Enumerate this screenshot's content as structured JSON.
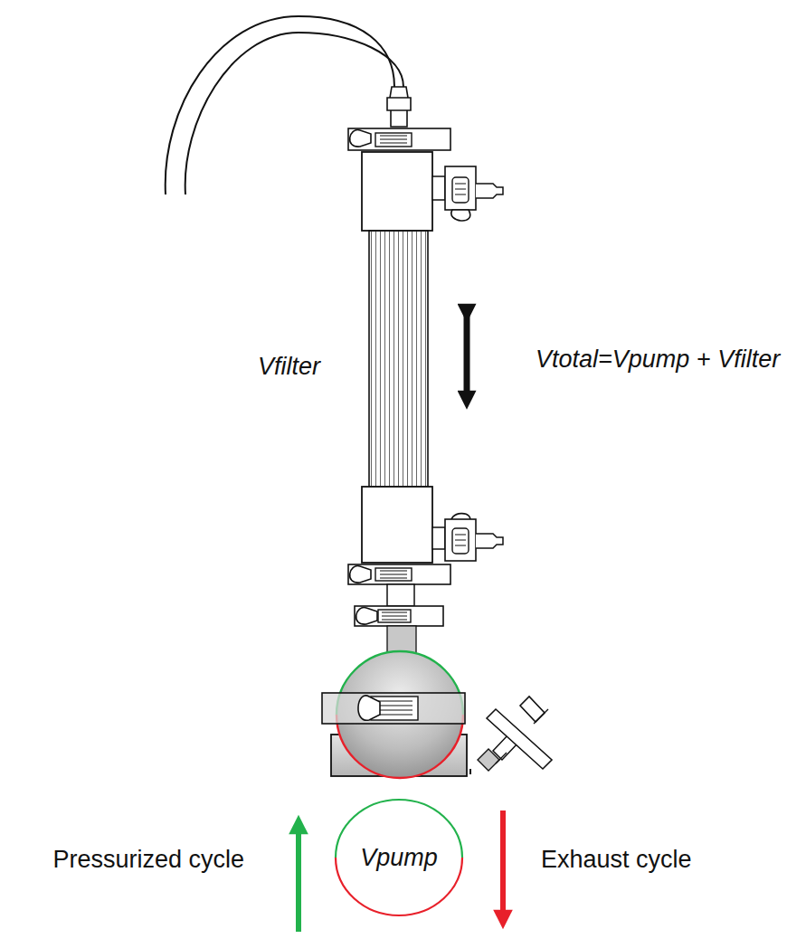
{
  "diagram": {
    "nodes": [
      {
        "text": [
          "Vpump"
        ]
      }
    ],
    "labels": [
      "Vfilter",
      "Vtotal=Vpump + Vfilter",
      "Pressurized cycle",
      "Exhaust cycle"
    ]
  }
}
